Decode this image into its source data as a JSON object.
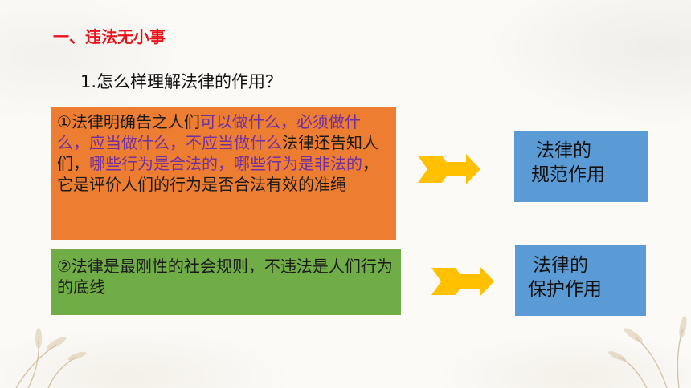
{
  "heading": "一、违法无小事",
  "question": "1.怎么样理解法律的作用？",
  "orange_box": {
    "seg1": "①法律明确告之人们",
    "seg2": "可以做什么，必须做什么，应当做什么，不应当做什么",
    "seg3": "法律还告知人们，",
    "seg4": "哪些行为是合法的，哪些行为是非法的",
    "seg5": "，它是评价人们的行为是否合法有效的准绳"
  },
  "green_box": {
    "text": "②法律是最刚性的社会规则，不违法是人们行为的底线"
  },
  "result_1": {
    "line1": "法律的",
    "line2": "规范作用"
  },
  "result_2": {
    "line1": "法律的",
    "line2": "保护作用"
  },
  "colors": {
    "heading": "#e8121a",
    "orange": "#ed7d31",
    "green": "#70ad47",
    "blue": "#5b9bd5",
    "purple": "#7030a0",
    "arrow": "#ffc000"
  },
  "icons": [
    "arrow-right-icon",
    "arrow-right-icon"
  ]
}
